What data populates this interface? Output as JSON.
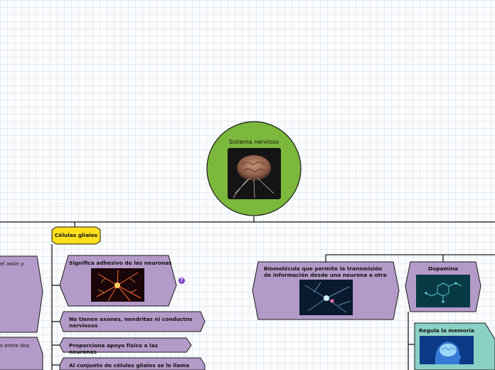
{
  "central": {
    "title": "Sistema nervioso",
    "image": "brain-illustration"
  },
  "glial": {
    "label": "Células gliales",
    "items": [
      {
        "text": "Significa adhesivo de las neuronas",
        "image": "glial-cell-photo"
      },
      {
        "text": "No tienen axones, nendritas ni conductos nerviosos"
      },
      {
        "text": "Proporciona apoyo físico a las neuronas"
      },
      {
        "text": "Al conjunto de células gliales se le llama"
      }
    ],
    "help_icon": "?"
  },
  "left_fragments": {
    "top": "el axón y",
    "bottom": "s entre dos"
  },
  "neurotransmitter": {
    "definition": "Biomolécula que permite la transmisión de información desde una neurona a otra",
    "definition_image": "neuron-network-photo"
  },
  "dopamine": {
    "label": "Dopamina",
    "image": "dopamine-molecule-image",
    "function": "Regula la memoria",
    "function_image": "blue-head-brain-image"
  },
  "colors": {
    "central": "#7cb83b",
    "purple": "#b49ac8",
    "yellow": "#ffe01a",
    "teal": "#8ad1c5",
    "line": "#1a1a1a"
  }
}
